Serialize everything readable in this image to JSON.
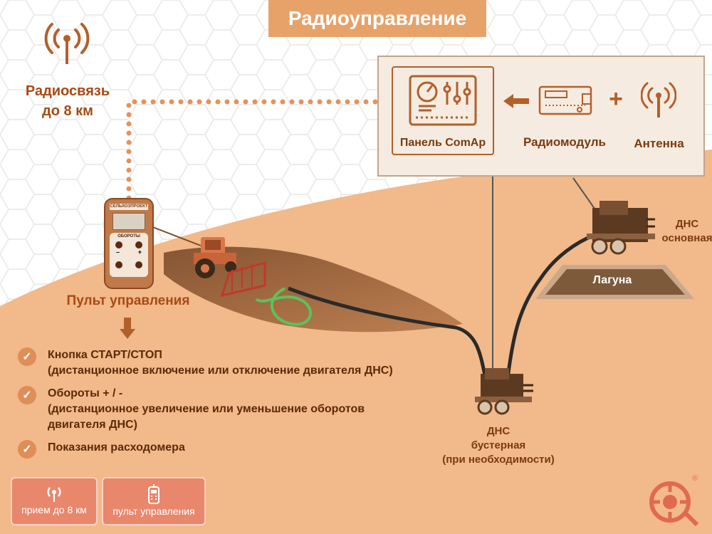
{
  "title": "Радиоуправление",
  "radio_range": {
    "line1": "Радиосвязь",
    "line2": "до 8 км"
  },
  "panel": {
    "comap_label": "Панель ComAp",
    "radiomodule_label": "Радиомодуль",
    "plus_sign": "+",
    "antenna_label": "Антенна"
  },
  "devices": {
    "dns_main": {
      "line1": "ДНС",
      "line2": "основная"
    },
    "laguna": "Лагуна",
    "dns_booster": {
      "line1": "ДНС",
      "line2": "бустерная",
      "line3": "(при необходимости)"
    }
  },
  "remote": {
    "label": "Пульт управления",
    "brand": "СЕЛЬХОЗПРОЕКТ",
    "rpm_label": "ОБОРОТЫ",
    "minus": "–",
    "plus": "+"
  },
  "features": [
    {
      "line1": "Кнопка СТАРТ/СТОП",
      "line2": "(дистанционное включение или отключение двигателя ДНС)"
    },
    {
      "line1": "Обороты + / -",
      "line2": "(дистанционное увеличение или уменьшение оборотов",
      "line3": "двигателя ДНС)"
    },
    {
      "line1": "Показания расходомера"
    }
  ],
  "badges": {
    "reception": "прием до 8 км",
    "remote": "пульт управления"
  },
  "trademark": "®",
  "colors": {
    "accent": "#e7a269",
    "field": "#f2b98a",
    "text_brown": "#7b3a10",
    "badge": "#e8876c"
  }
}
